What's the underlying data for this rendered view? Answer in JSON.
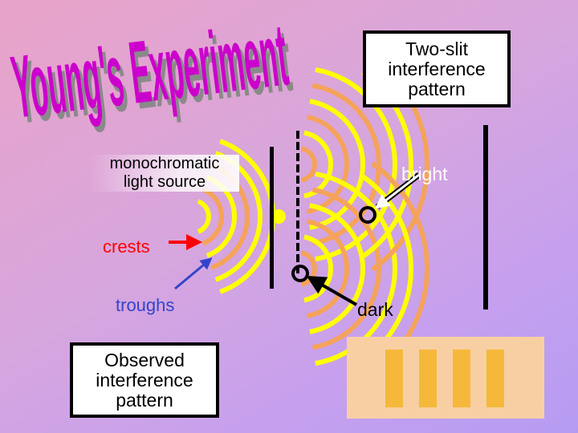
{
  "title": "Young's Experiment",
  "top_box": {
    "text": "Two-slit\ninterference\npattern"
  },
  "bottom_box": {
    "text": "Observed\ninterference\npattern"
  },
  "labels": {
    "source": "monochromatic\nlight source",
    "bright": "bright",
    "crests": "crests",
    "troughs": "troughs",
    "dark": "dark"
  },
  "colors": {
    "crest": "#ffff00",
    "trough": "#f5a35a",
    "crest_arrow": "#ff0000",
    "trough_arrow": "#3344cc",
    "title_fill": "#cc00cc",
    "fringe_bright": "#f5b83a",
    "pattern_background": "#f8cfa3"
  },
  "observed_pattern": {
    "bright_fringes": 4
  }
}
